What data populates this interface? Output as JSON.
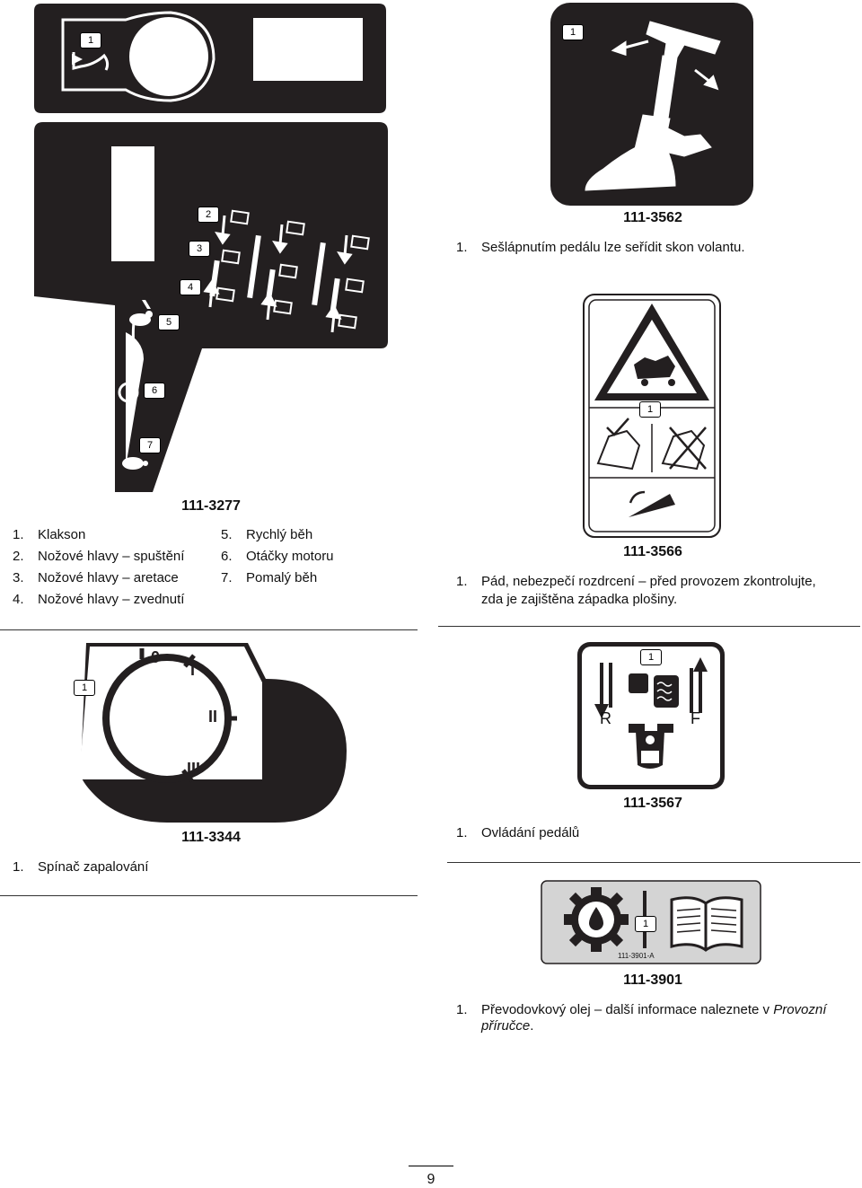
{
  "decals": {
    "d3277": {
      "part_number": "111-3277",
      "callouts": [
        "1",
        "2",
        "3",
        "4",
        "5",
        "6",
        "7"
      ],
      "legend": [
        {
          "num": "1.",
          "text": "Klakson"
        },
        {
          "num": "2.",
          "text": "Nožové hlavy – spuštění"
        },
        {
          "num": "3.",
          "text": "Nožové hlavy – aretace"
        },
        {
          "num": "4.",
          "text": "Nožové hlavy – zvednutí"
        },
        {
          "num": "5.",
          "text": "Rychlý běh"
        },
        {
          "num": "6.",
          "text": "Otáčky motoru"
        },
        {
          "num": "7.",
          "text": "Pomalý běh"
        }
      ]
    },
    "d3562": {
      "part_number": "111-3562",
      "callout": "1",
      "legend": [
        {
          "num": "1.",
          "text": "Sešlápnutím pedálu lze seřídit skon volantu."
        }
      ]
    },
    "d3566": {
      "part_number": "111-3566",
      "callout": "1",
      "legend_num": "1.",
      "legend_line1": "Pád, nebezpečí rozdrcení – před provozem zkontrolujte,",
      "legend_line2": "zda je zajištěna západka plošiny."
    },
    "d3344": {
      "part_number": "111-3344",
      "callout": "1",
      "positions": [
        "0",
        "I",
        "II",
        "III"
      ],
      "legend": [
        {
          "num": "1.",
          "text": "Spínač zapalování"
        }
      ]
    },
    "d3567": {
      "part_number": "111-3567",
      "callout": "1",
      "label_r": "R",
      "label_f": "F",
      "legend": [
        {
          "num": "1.",
          "text": "Ovládání pedálů"
        }
      ]
    },
    "d3901": {
      "part_number": "111-3901",
      "callout": "1",
      "inner_code": "111-3901-A",
      "legend_num": "1.",
      "legend_text": "Převodovkový olej – další informace naleznete v ",
      "legend_italic": "Provozní příručce",
      "legend_end": "."
    }
  },
  "footer": {
    "page_number": "9"
  },
  "colors": {
    "decal_black": "#231f20",
    "background": "#ffffff"
  },
  "icons": [
    "horn-icon",
    "rabbit-icon",
    "turtle-icon",
    "steering-column-icon",
    "warning-triangle-icon",
    "transmission-oil-icon",
    "manual-book-icon",
    "gear-icon",
    "key-switch-icon"
  ]
}
